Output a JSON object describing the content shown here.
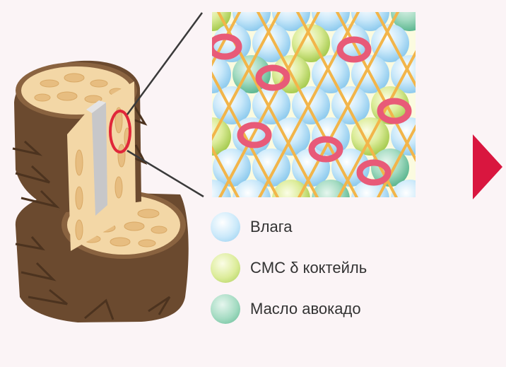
{
  "legend": {
    "items": [
      {
        "label": "Влага",
        "color": "#a8d8f4",
        "icon": "moisture-sphere"
      },
      {
        "label": "CMC δ коктейль",
        "color": "#c6e07c",
        "icon": "cmc-sphere"
      },
      {
        "label": "Масло авокадо",
        "color": "#7ec8a6",
        "icon": "avocado-oil-sphere"
      }
    ]
  },
  "colors": {
    "background": "#fbf4f6",
    "bark_dark": "#6b4a2f",
    "bark_mid": "#8a6340",
    "cortex": "#f3d7a6",
    "highlight_ring": "#e0273a",
    "lattice": "#f2b54a",
    "ring": "#e85a78",
    "arrow": "#d9163f"
  }
}
